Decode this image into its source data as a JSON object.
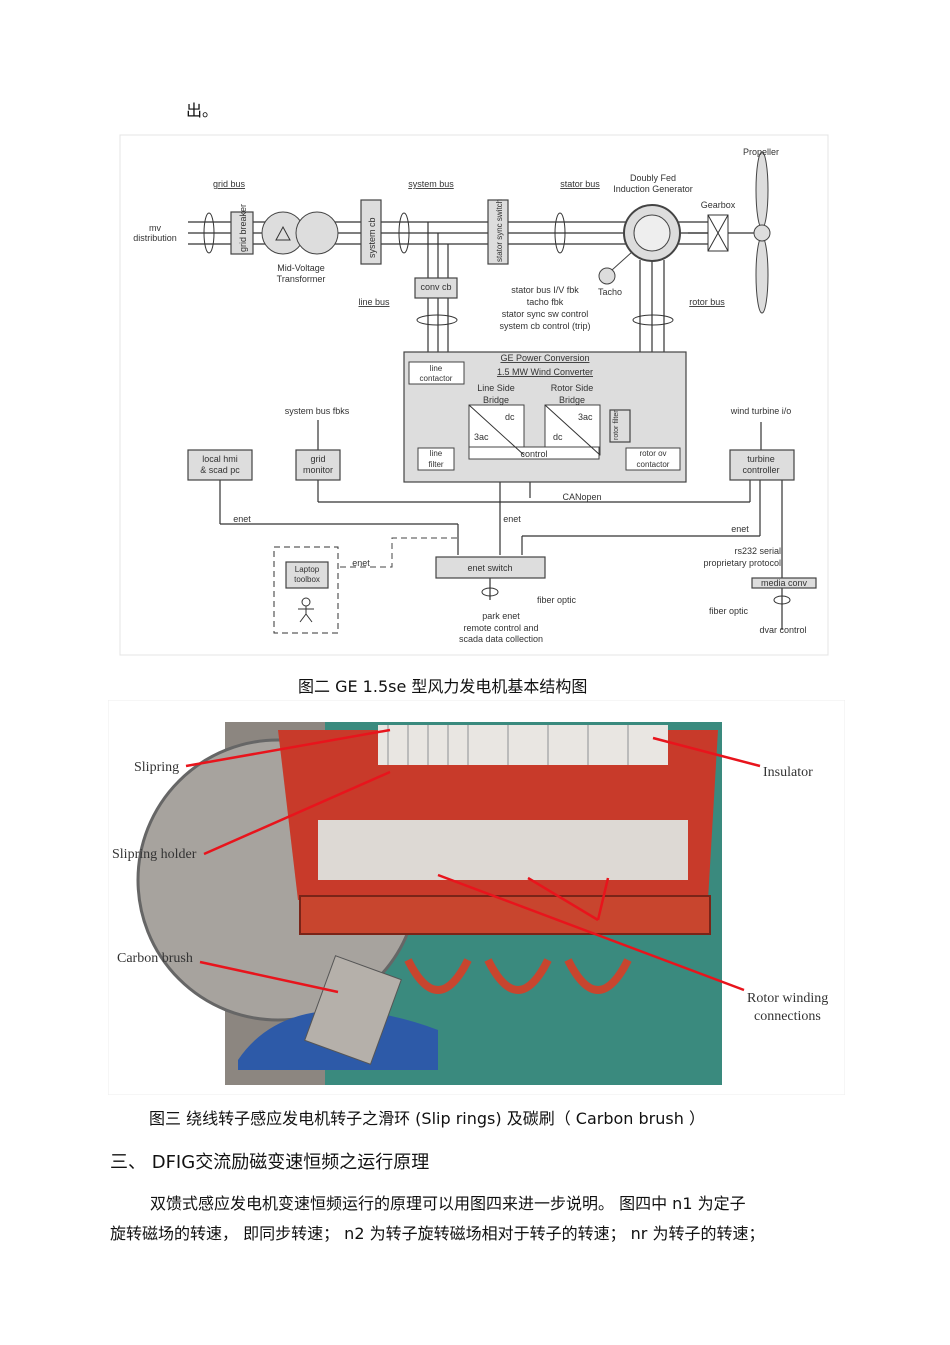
{
  "top_text": "出。",
  "figure2": {
    "caption": "图二   GE 1.5se    型风力发电机基本结构图",
    "labels": {
      "mv_distribution": [
        "mv",
        "distribution"
      ],
      "grid_bus": "grid bus",
      "grid_breaker": "grid breaker",
      "mid_voltage_transformer": [
        "Mid-Voltage",
        "Transformer"
      ],
      "system_cb": "system cb",
      "system_bus": "system bus",
      "stator_sync_switch": "stator sync switch",
      "stator_bus": "stator bus",
      "dfig": [
        "Doubly Fed",
        "Induction Generator"
      ],
      "propeller": "Propeller",
      "gearbox": "Gearbox",
      "tacho": "Tacho",
      "conv_cb": "conv cb",
      "line_bus": "line bus",
      "rotor_bus": "rotor bus",
      "signals": [
        "stator bus I/V fbk",
        "tacho fbk",
        "stator sync sw control",
        "system cb control (trip)"
      ],
      "converter_title": [
        "GE Power Conversion",
        "1.5 MW Wind Converter"
      ],
      "line_contactor": [
        "line",
        "contactor"
      ],
      "line_side_bridge": [
        "Line Side",
        "Bridge"
      ],
      "rotor_side_bridge": [
        "Rotor Side",
        "Bridge"
      ],
      "dc": "dc",
      "3ac": "3ac",
      "rotor_filter": "rotor filter",
      "line_filter": [
        "line",
        "filter"
      ],
      "control": "control",
      "rotor_ov_contactor": [
        "rotor ov",
        "contactor"
      ],
      "system_bus_fbks": "system bus fbks",
      "local_hmi": [
        "local hmi",
        "& scad pc"
      ],
      "grid_monitor": [
        "grid",
        "monitor"
      ],
      "wind_turbine_io": "wind turbine i/o",
      "turbine_controller": [
        "turbine",
        "controller"
      ],
      "canopen": "CANopen",
      "enet": "enet",
      "laptop_toolbox": [
        "Laptop",
        "toolbox"
      ],
      "enet_switch": "enet switch",
      "fiber_optic": "fiber optic",
      "park_enet": [
        "park enet",
        "remote control and",
        "scada data collection"
      ],
      "rs232": [
        "rs232 serial",
        "proprietary protocol"
      ],
      "media_conv": "media conv",
      "dvar_control": "dvar control"
    }
  },
  "figure3": {
    "caption": "图三    绕线转子感应发电机转子之滑环    (Slip rings)       及碳刷（ Carbon brush ）",
    "labels": {
      "slipring": "Slipring",
      "slipring_holder": "Slipring holder",
      "carbon_brush": "Carbon brush",
      "insulator": "Insulator",
      "rotor_winding": [
        "Rotor winding",
        "connections"
      ]
    },
    "arrow_color": "#e8141c"
  },
  "section_heading": "三、 DFIG交流励磁变速恒频之运行原理",
  "paragraph": [
    "双馈式感应发电机变速恒频运行的原理可以用图四来进一步说明。      图四中  n1 为定子",
    "旋转磁场的转速，  即同步转速；  n2 为转子旋转磁场相对于转子的转速；     nr  为转子的转速；"
  ]
}
